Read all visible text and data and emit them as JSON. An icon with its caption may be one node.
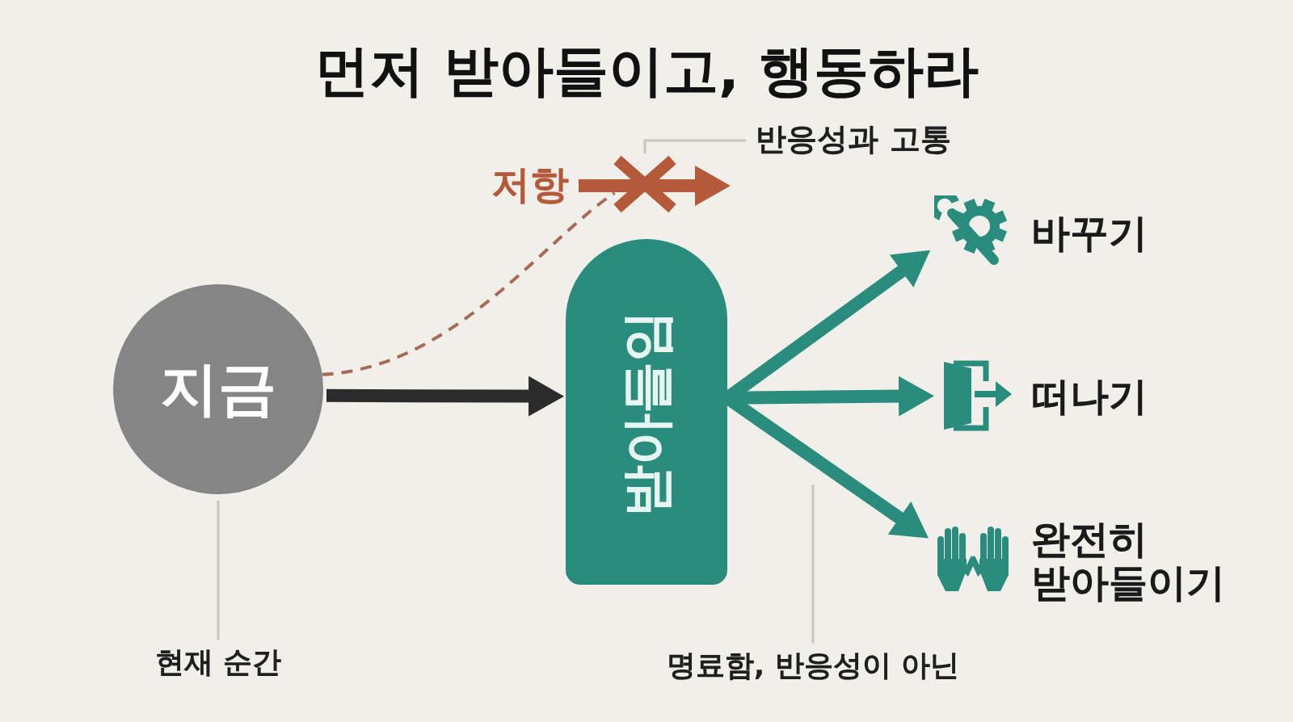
{
  "diagram": {
    "title": "먼저 받아들이고, 행동하라",
    "nodes": [
      {
        "text": [
          "반응성과 고통"
        ]
      },
      {
        "text": [
          "저항"
        ]
      },
      {
        "text": [],
        "shape": "cross"
      },
      {
        "text": [
          "지금"
        ]
      },
      {
        "text": [
          "받아들임"
        ]
      },
      {
        "text": [],
        "shape": "picture",
        "beside": [
          "바꾸기"
        ]
      },
      {
        "text": [],
        "shape": "picture",
        "beside": [
          "떠나기"
        ]
      },
      {
        "text": [],
        "shape": "picture",
        "beside": [
          "완전히 받아들이기"
        ]
      },
      {
        "text": [
          "현재 순간"
        ]
      },
      {
        "text": [
          "명료함, 반응성이 아닌"
        ]
      }
    ],
    "edges": [
      {
        "from": 3,
        "to": 4,
        "arrow": "to",
        "color": "#2b2b2b"
      },
      {
        "from": 3,
        "to": 2,
        "arrow": "none",
        "style": "dashed",
        "color": "#a86a55"
      },
      {
        "from": 1,
        "to": 2,
        "arrow": "to",
        "color": "#b5593b"
      },
      {
        "from": 4,
        "to": 5,
        "arrow": "to"
      },
      {
        "from": 4,
        "to": 6,
        "arrow": "to"
      },
      {
        "from": 4,
        "to": 7,
        "arrow": "to"
      },
      {
        "from": 0,
        "to": 2,
        "arrow": "none",
        "color": "#c6c6c2"
      },
      {
        "from": 8,
        "to": 3,
        "arrow": "none",
        "color": "#c6c6c2"
      },
      {
        "from": 9,
        "to": null,
        "arrow": "none",
        "color": "#c6c6c2"
      }
    ]
  }
}
